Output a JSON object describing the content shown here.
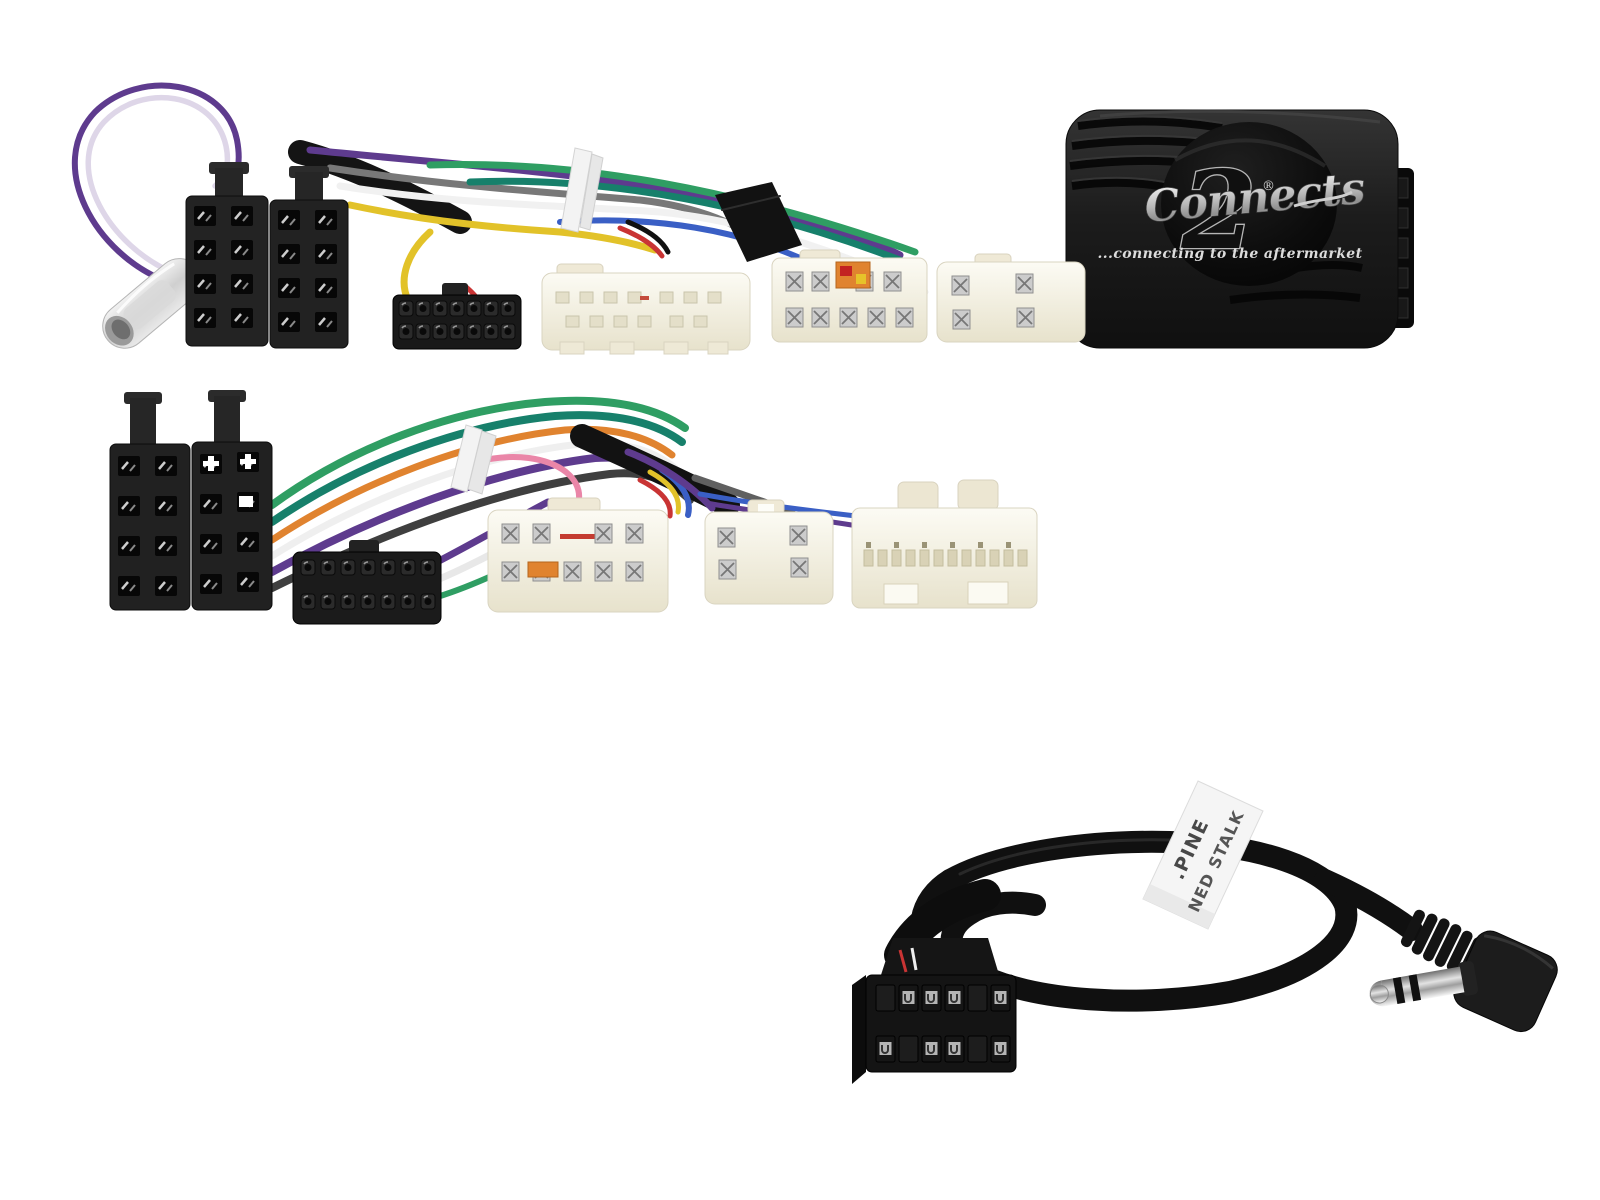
{
  "brand_box": {
    "logo_script": "Connects",
    "logo_numeral": "2",
    "registered_mark": "®",
    "tagline": "...connecting to the aftermarket"
  },
  "patch_lead_label": {
    "line1": ".PINE",
    "line2": "NED STALK"
  },
  "colors": {
    "background": "#ffffff",
    "box_body": "#1d1d1d",
    "logo_silver": "#c8c8c8",
    "connector_black": "#1f1f1f",
    "connector_cream": "#f3efe0",
    "wire_purple": "#5e3b8e",
    "wire_green": "#2f9e63",
    "wire_teal": "#17806b",
    "wire_orange": "#e0832f",
    "wire_yellow": "#e2c229",
    "wire_blue": "#3a5fc5",
    "wire_red": "#c93434",
    "wire_pink": "#ea86a8",
    "wire_gray": "#8c8c8c",
    "wire_white": "#f1f1f1",
    "cable_black": "#101010",
    "metal_chrome": "#c9c9c9",
    "label_white": "#f5f5f5"
  }
}
